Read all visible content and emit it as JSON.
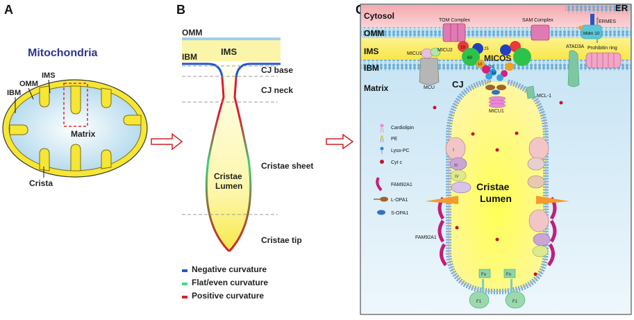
{
  "panels": {
    "a": "A",
    "b": "B",
    "c": "C"
  },
  "panel_a": {
    "title": "Mitochondria",
    "labels": {
      "omm": "OMM",
      "ims": "IMS",
      "ibm": "IBM",
      "matrix": "Matrix",
      "crista": "Crista"
    }
  },
  "panel_b": {
    "labels": {
      "omm": "OMM",
      "ims": "IMS",
      "ibm": "IBM",
      "cj_base": "CJ base",
      "cj_neck": "CJ neck",
      "cristae_sheet": "Cristae sheet",
      "cristae_tip": "Cristae tip",
      "lumen_line1": "Cristae",
      "lumen_line2": "Lumen"
    },
    "legend": [
      {
        "label": "Negative curvature",
        "color": "#2456c8"
      },
      {
        "label": "Flat/even curvature",
        "color": "#3ee07a"
      },
      {
        "label": "Positive curvature",
        "color": "#d81e2c"
      }
    ]
  },
  "panel_c": {
    "regions": {
      "cytosol": "Cytosol",
      "omm": "OMM",
      "ims": "IMS",
      "ibm": "IBM",
      "matrix": "Matrix",
      "er": "ER",
      "cj": "CJ"
    },
    "proteins": {
      "tom": "TOM Complex",
      "sam": "SAM Complex",
      "ermes": "ERMES",
      "mdm10": "Mdm 10",
      "micu1_top": "MICU1",
      "micu2": "MICU2",
      "mcu": "MCU",
      "micos": "MICOS",
      "atad3a": "ATAD3A",
      "prohibitin": "Prohibitin ring",
      "mcl1": "MCL-1",
      "micu1_bottom": "MICU1",
      "fam92a1_side": "FAM92A1",
      "lumen_line1": "Cristae",
      "lumen_line2": "Lumen",
      "n19": "19",
      "n25": "25",
      "n60": "60",
      "n13": "13",
      "n26": "26",
      "n10": "10",
      "n27": "27",
      "c_I": "I",
      "c_III": "III",
      "c_IV": "IV",
      "fo_left": "Fo",
      "fo_right": "Fo",
      "f1_left": "F1",
      "f1_right": "F1"
    },
    "legend": [
      {
        "label": "Cardiolipin",
        "icon": "cardiolipin-icon"
      },
      {
        "label": "PE",
        "icon": "pe-icon"
      },
      {
        "label": "Lyso-PC",
        "icon": "lyso-pc-icon"
      },
      {
        "label": "Cyt c",
        "icon": "cyt-c-icon"
      },
      {
        "label": "FAM92A1",
        "icon": "fam92a1-icon"
      },
      {
        "label": "L-OPA1",
        "icon": "l-opa1-icon"
      },
      {
        "label": "S-OPA1",
        "icon": "s-opa1-icon"
      }
    ]
  }
}
